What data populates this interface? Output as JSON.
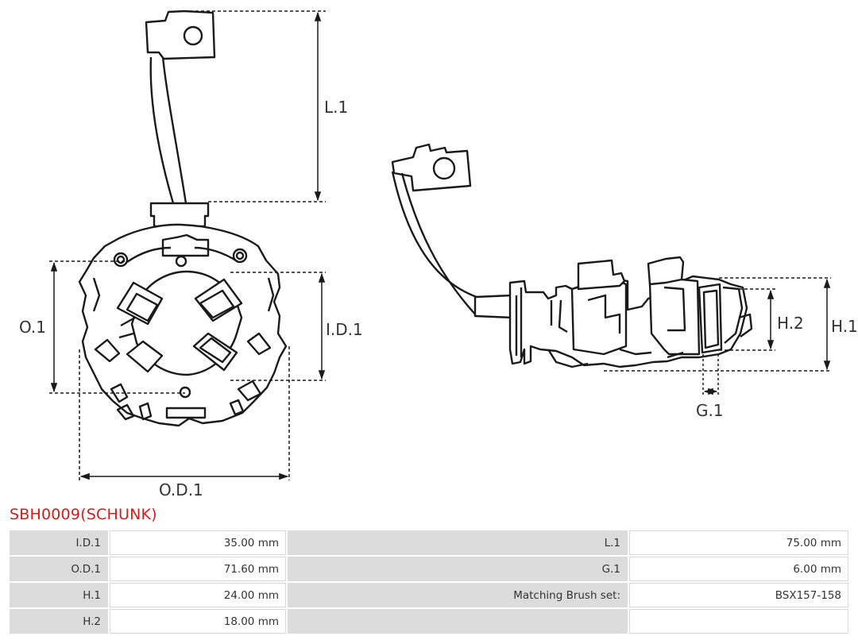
{
  "diagram": {
    "labels": {
      "l1": "L.1",
      "o1": "O.1",
      "id1": "I.D.1",
      "od1": "O.D.1",
      "h1": "H.1",
      "h2": "H.2",
      "g1": "G.1"
    }
  },
  "part": {
    "title": "SBH0009(SCHUNK)"
  },
  "specs": [
    {
      "label1": "I.D.1",
      "value1": "35.00 mm",
      "label2": "L.1",
      "value2": "75.00 mm"
    },
    {
      "label1": "O.D.1",
      "value1": "71.60 mm",
      "label2": "G.1",
      "value2": "6.00 mm"
    },
    {
      "label1": "H.1",
      "value1": "24.00 mm",
      "label2": "Matching Brush set:",
      "value2": "BSX157-158"
    },
    {
      "label1": "H.2",
      "value1": "18.00 mm",
      "label2": "",
      "value2": ""
    }
  ]
}
